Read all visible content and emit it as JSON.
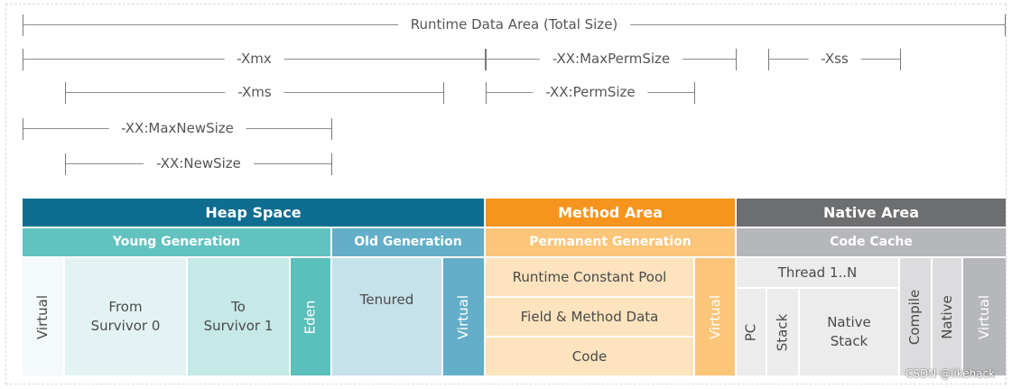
{
  "dimensions": {
    "runtime_data_area": "Runtime Data Area (Total Size)",
    "xmx": "-Xmx",
    "max_perm_size": "-XX:MaxPermSize",
    "xss": "-Xss",
    "xms": "-Xms",
    "perm_size": "-XX:PermSize",
    "max_new_size": "-XX:MaxNewSize",
    "new_size": "-XX:NewSize"
  },
  "areas": {
    "heap_space": "Heap Space",
    "method_area": "Method Area",
    "native_area": "Native Area"
  },
  "generations": {
    "young": "Young Generation",
    "old": "Old Generation",
    "permanent": "Permanent Generation",
    "code_cache": "Code Cache"
  },
  "cells": {
    "virtual": "Virtual",
    "from_survivor_0": "From\nSurvivor 0",
    "to_survivor_1": "To\nSurvivor 1",
    "eden": "Eden",
    "tenured": "Tenured",
    "runtime_constant_pool": "Runtime Constant Pool",
    "field_method_data": "Field & Method Data",
    "code": "Code",
    "thread": "Thread 1..N",
    "pc": "PC",
    "stack": "Stack",
    "native_stack": "Native\nStack",
    "compile": "Compile",
    "native": "Native"
  },
  "colors": {
    "heap_header": "#0f6d8f",
    "young_gen": "#62c2c0",
    "old_gen": "#63aec8",
    "method_header": "#f7941d",
    "perm_gen": "#fbc57a",
    "native_header": "#6d6e70",
    "code_cache": "#b5b7ba"
  },
  "watermark": "CSDN @likehack"
}
